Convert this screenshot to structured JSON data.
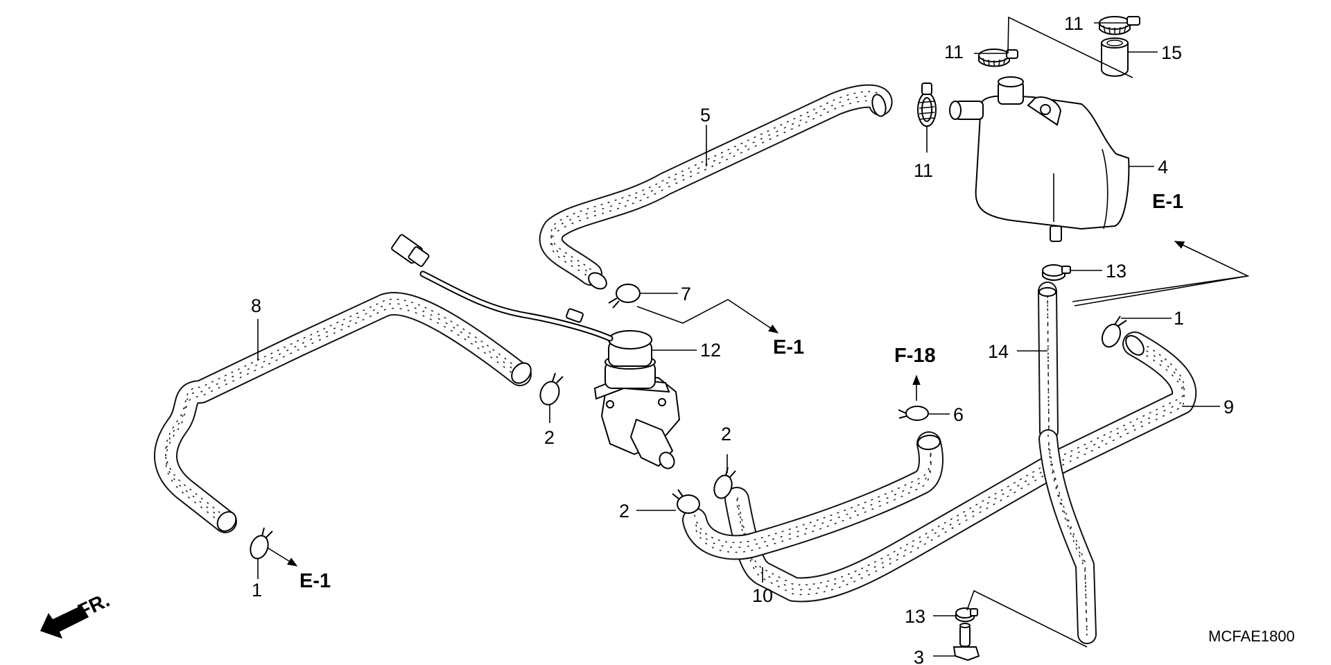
{
  "diagram": {
    "code": "MCFAE1800",
    "front_label": "FR.",
    "callouts": [
      {
        "id": "c11a",
        "text": "11"
      },
      {
        "id": "c11b",
        "text": "11"
      },
      {
        "id": "c11c",
        "text": "11"
      },
      {
        "id": "c15",
        "text": "15"
      },
      {
        "id": "c5",
        "text": "5"
      },
      {
        "id": "c4",
        "text": "4"
      },
      {
        "id": "c7",
        "text": "7"
      },
      {
        "id": "c13a",
        "text": "13"
      },
      {
        "id": "c1a",
        "text": "1"
      },
      {
        "id": "c8",
        "text": "8"
      },
      {
        "id": "c12",
        "text": "12"
      },
      {
        "id": "c14",
        "text": "14"
      },
      {
        "id": "c9",
        "text": "9"
      },
      {
        "id": "c6",
        "text": "6"
      },
      {
        "id": "c2a",
        "text": "2"
      },
      {
        "id": "c2b",
        "text": "2"
      },
      {
        "id": "c2c",
        "text": "2"
      },
      {
        "id": "c1b",
        "text": "1"
      },
      {
        "id": "c10",
        "text": "10"
      },
      {
        "id": "c13b",
        "text": "13"
      },
      {
        "id": "c3",
        "text": "3"
      }
    ],
    "references": [
      {
        "id": "rE1a",
        "text": "E-1"
      },
      {
        "id": "rE1b",
        "text": "E-1"
      },
      {
        "id": "rE1c",
        "text": "E-1"
      },
      {
        "id": "rF18",
        "text": "F-18"
      }
    ]
  }
}
